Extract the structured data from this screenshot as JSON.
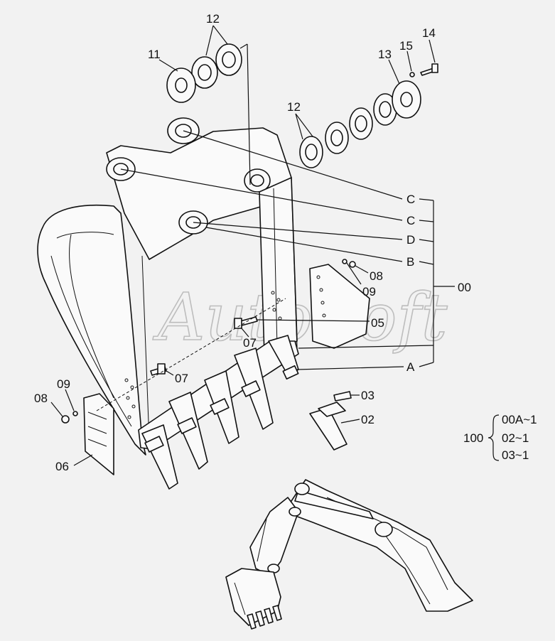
{
  "watermark": "AutoSoft",
  "callouts": {
    "p12a": "12",
    "p11": "11",
    "p13": "13",
    "p15": "15",
    "p14": "14",
    "p12b": "12",
    "pC1": "C",
    "pC2": "C",
    "pD": "D",
    "pB": "B",
    "p00": "00",
    "p08a": "08",
    "p09a": "09",
    "p05": "05",
    "p07a": "07",
    "p07b": "07",
    "pA": "A",
    "p03": "03",
    "p02": "02",
    "p09b": "09",
    "p08b": "08",
    "p06": "06"
  },
  "kit": {
    "label": "100",
    "items": [
      "00A~1",
      "02~1",
      "03~1"
    ]
  }
}
